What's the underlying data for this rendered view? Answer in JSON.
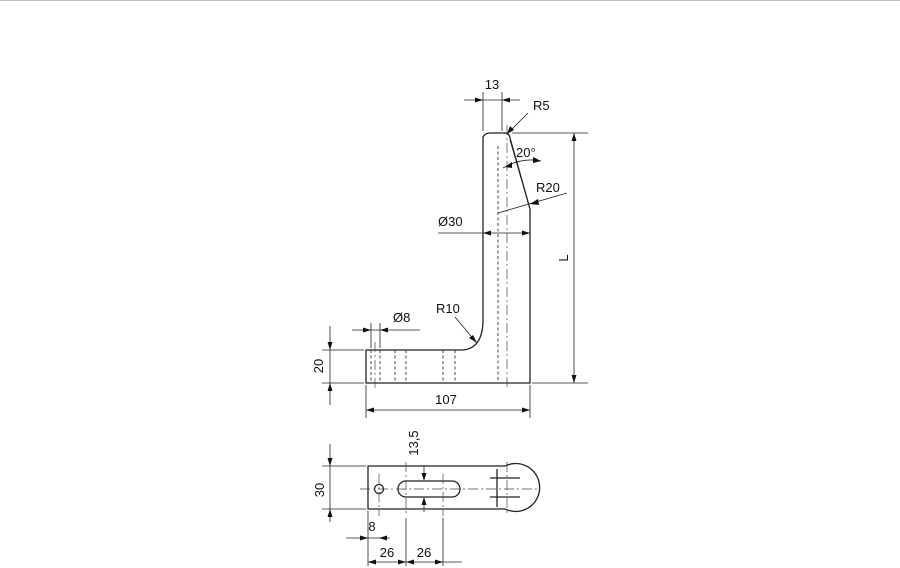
{
  "dimensions": {
    "neck_width": "13",
    "top_radius": "R5",
    "bevel_angle": "20°",
    "bevel_radius": "R20",
    "shaft_diameter": "Ø30",
    "length": "L",
    "hole_diameter": "Ø8",
    "inner_radius": "R10",
    "foot_height": "20",
    "overall_width": "107",
    "slot_width": "13,5",
    "plan_width": "30",
    "hole_offset": "8",
    "slot_start": "26",
    "slot_length": "26"
  }
}
